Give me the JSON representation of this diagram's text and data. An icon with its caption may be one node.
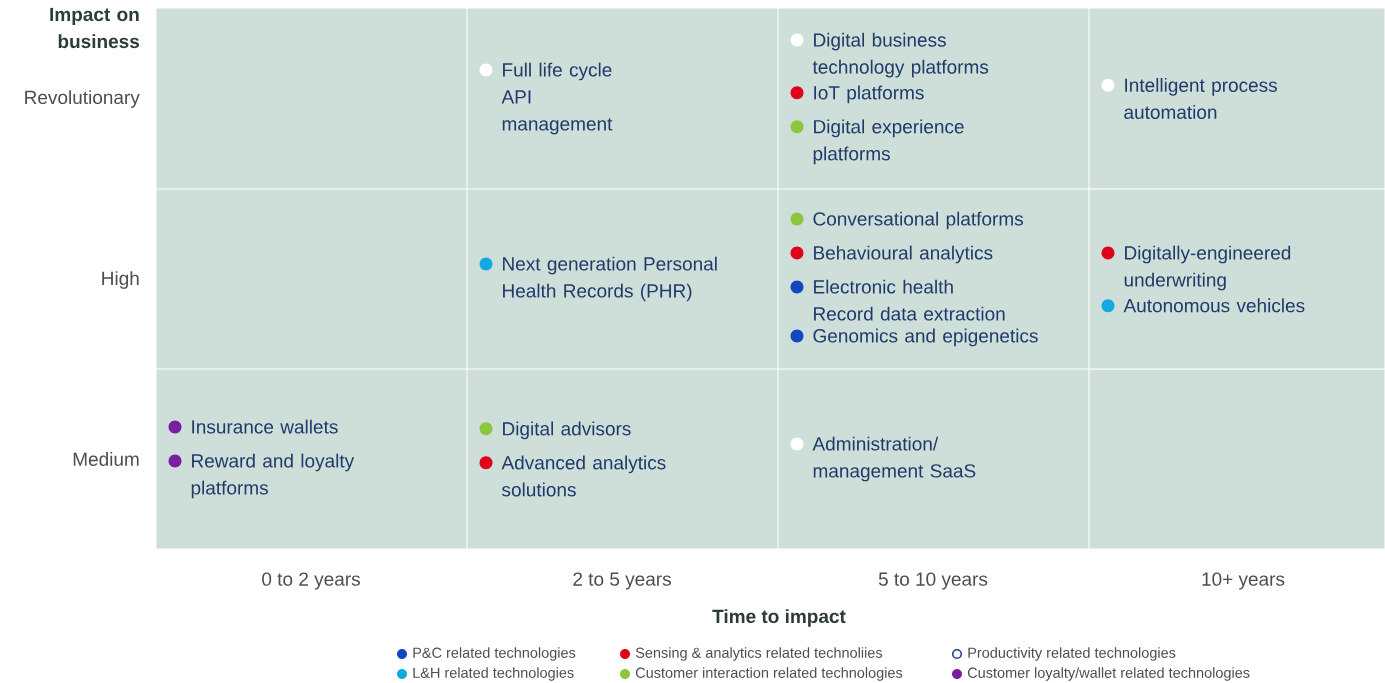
{
  "diagram": {
    "nodes": [
      {
        "text": [],
        "shape": "box"
      },
      {
        "text": [
          "Full life cycle API management"
        ]
      },
      {
        "text": [
          "Digital business technology platforms",
          "IoT platforms",
          "Digital experience platforms"
        ]
      },
      {
        "text": [
          "Intelligent process automation"
        ]
      },
      {
        "text": [],
        "shape": "box"
      },
      {
        "text": [
          "Next generation Personal Health Records (PHR)"
        ]
      },
      {
        "text": [
          "Conversational platforms",
          "Behavioural analytics",
          "Electronic health Record data extraction",
          "Genomics and epigenetics"
        ]
      },
      {
        "text": [
          "Digitally-engineered underwriting",
          "Autonomous vehicles"
        ]
      },
      {
        "text": [
          "Insurance wallets",
          "Reward and loyalty platforms"
        ]
      },
      {
        "text": [
          "Digital advisors",
          "Advanced analytics solutions"
        ]
      },
      {
        "text": [
          "Administration/ management SaaS"
        ]
      },
      {
        "text": [],
        "shape": "box"
      }
    ],
    "edges": [],
    "labels": [
      "Impact on business",
      "Revolutionary",
      "High",
      "Medium",
      "0 to 2 years",
      "2 to 5 years",
      "5 to 10 years",
      "10+ years",
      "Time to impact"
    ],
    "legend": [
      {
        "text": "P&C related technologies",
        "color": "#1446c0"
      },
      {
        "text": "Sensing & analytics related technoliies",
        "color": "#e0001b"
      },
      {
        "text": "Productivity related technologies"
      },
      {
        "text": "L&H related technologies",
        "color": "#12a8e0"
      },
      {
        "text": "Customer interaction related technologies",
        "color": "#8cc63f"
      },
      {
        "text": "Customer loyalty/wallet related technologies",
        "color": "#7b1fa2"
      }
    ]
  }
}
